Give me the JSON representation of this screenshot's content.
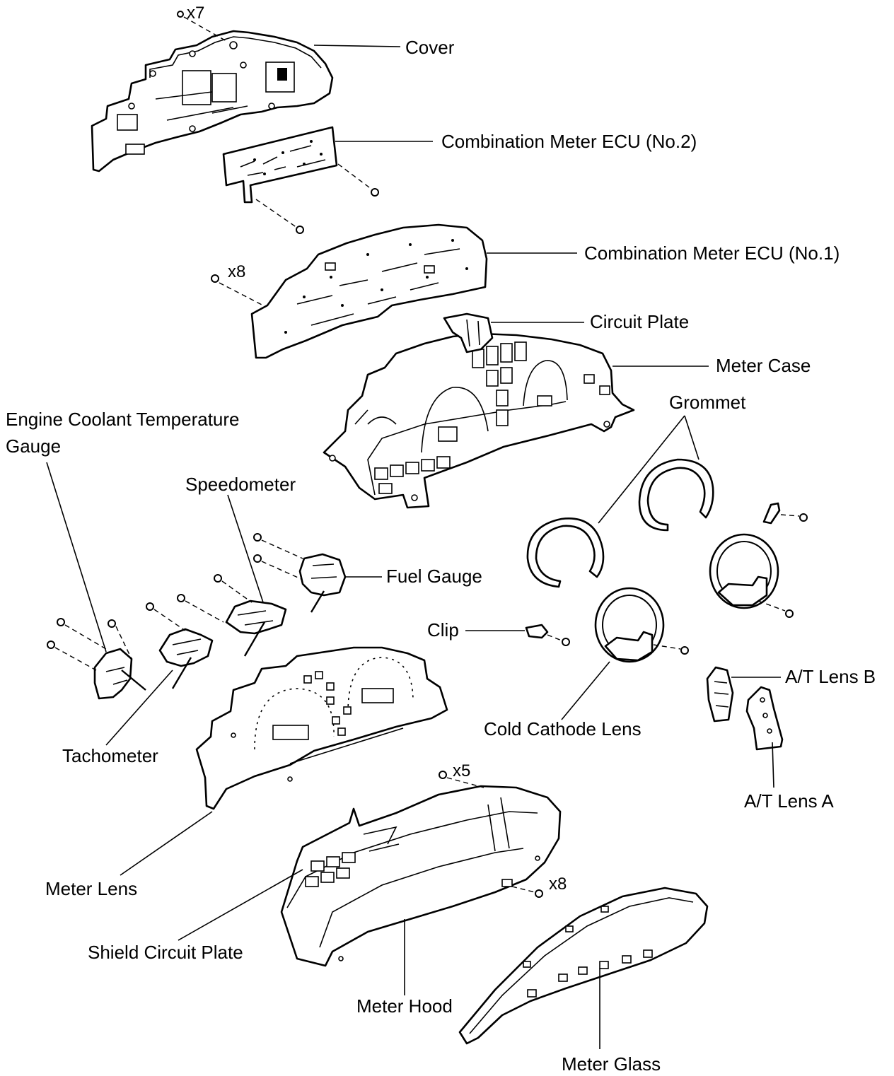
{
  "diagram": {
    "labels": {
      "cover": "Cover",
      "ecu2": "Combination Meter ECU (No.2)",
      "ecu1": "Combination Meter ECU (No.1)",
      "circuit_plate": "Circuit Plate",
      "meter_case": "Meter Case",
      "grommet": "Grommet",
      "engine_coolant_1": "Engine Coolant Temperature",
      "engine_coolant_2": "Gauge",
      "speedometer": "Speedometer",
      "fuel_gauge": "Fuel Gauge",
      "clip": "Clip",
      "tachometer": "Tachometer",
      "at_lens_b": "A/T Lens B",
      "cold_cathode_lens": "Cold Cathode Lens",
      "at_lens_a": "A/T Lens A",
      "meter_lens": "Meter Lens",
      "shield_circuit_plate": "Shield Circuit Plate",
      "meter_hood": "Meter Hood",
      "meter_glass": "Meter Glass"
    },
    "quantities": {
      "cover_screws": "x7",
      "ecu1_screws": "x8",
      "hood_top_screws": "x5",
      "hood_side_screws": "x8"
    }
  }
}
